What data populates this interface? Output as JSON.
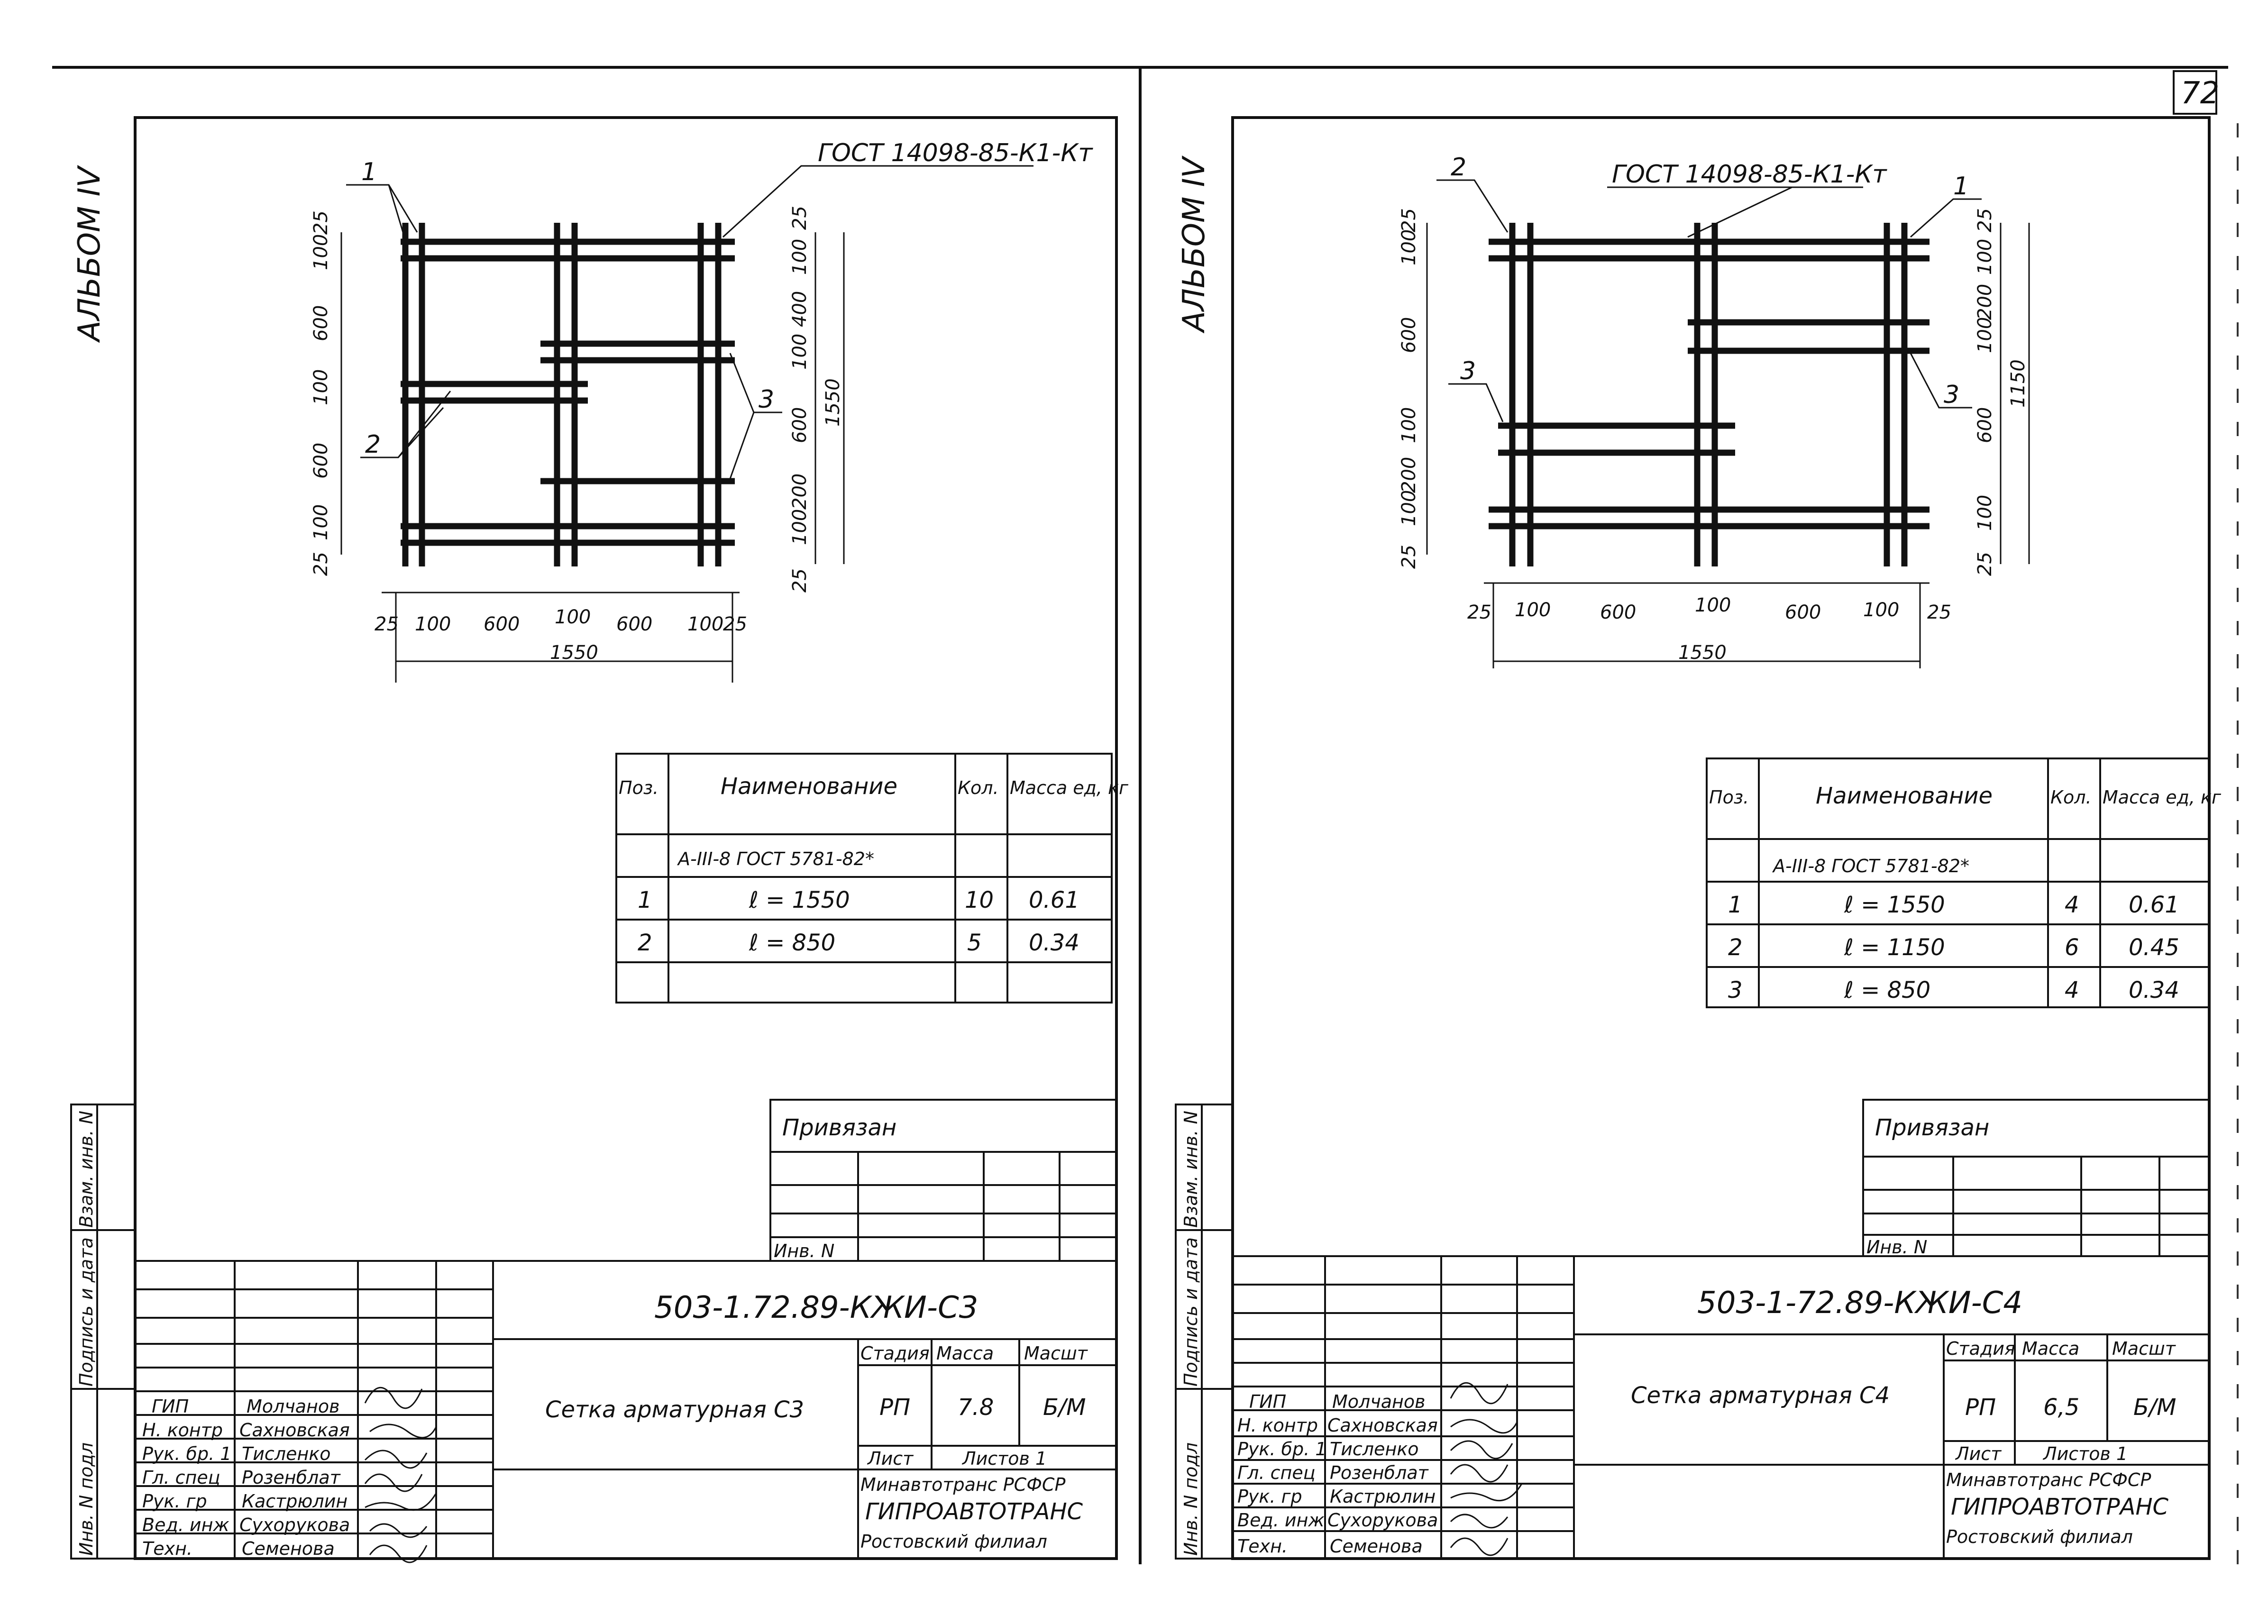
{
  "page_number": "72",
  "sheets": [
    {
      "album": "АЛЬБОМ IV",
      "side_labels": [
        "Инв. N подл",
        "Подпись и дата",
        "Взам. инв. N"
      ],
      "callouts": {
        "gost": "ГОСТ 14098-85-К1-Кт",
        "pos_a": "1",
        "pos_b": "2",
        "pos_c": "3"
      },
      "dims": {
        "bottom": [
          "25",
          "100",
          "600",
          "100",
          "600",
          "100",
          "25"
        ],
        "total_h": "1550",
        "left": [
          "25",
          "100",
          "600",
          "100",
          "600",
          "100",
          "25"
        ],
        "right": [
          "25",
          "100",
          "400",
          "100",
          "600",
          "200",
          "100",
          "25"
        ],
        "total_v": "1550"
      },
      "spec": {
        "headers": [
          "Поз.",
          "Наименование",
          "Кол.",
          "Масса ед, кг"
        ],
        "material": "А-III-8 ГОСТ 5781-82*",
        "rows": [
          [
            "1",
            "ℓ = 1550",
            "10",
            "0.61"
          ],
          [
            "2",
            "ℓ = 850",
            "5",
            "0.34"
          ],
          [
            "",
            "",
            "",
            ""
          ]
        ]
      },
      "privyazan": "Привязан",
      "inv_label": "Инв. N",
      "doc_code": "503-1.72.89-КЖИ-С3",
      "doc_title": "Сетка арматурная С3",
      "stage_headers": [
        "Стадия",
        "Масса",
        "Масшт"
      ],
      "stage_values": [
        "РП",
        "7.8",
        "Б/М"
      ],
      "sheet_label": "Лист",
      "sheets_label": "Листов 1",
      "org": [
        "Минавтотранс РСФСР",
        "ГИПРОАВТОТРАНС",
        "Ростовский филиал"
      ],
      "staff": [
        [
          "ГИП",
          "Молчанов"
        ],
        [
          "Н. контр",
          "Сахновская"
        ],
        [
          "Рук. бр. 1",
          "Тисленко"
        ],
        [
          "Гл. спец",
          "Розенблат"
        ],
        [
          "Рук. гр",
          "Кастрюлин"
        ],
        [
          "Вед. инж",
          "Сухорукова"
        ],
        [
          "Техн.",
          "Семенова"
        ]
      ]
    },
    {
      "album": "АЛЬБОМ IV",
      "side_labels": [
        "Инв. N подл",
        "Подпись и дата",
        "Взам. инв. N"
      ],
      "callouts": {
        "gost": "ГОСТ 14098-85-К1-Кт",
        "pos_a": "2",
        "pos_b": "1",
        "pos_c": "3"
      },
      "dims": {
        "bottom": [
          "25",
          "100",
          "600",
          "100",
          "600",
          "100",
          "25"
        ],
        "total_h": "1550",
        "left": [
          "25",
          "100",
          "200",
          "100",
          "600",
          "100",
          "25"
        ],
        "right": [
          "25",
          "100",
          "600",
          "100",
          "200",
          "100",
          "25"
        ],
        "total_v": "1150"
      },
      "spec": {
        "headers": [
          "Поз.",
          "Наименование",
          "Кол.",
          "Масса ед, кг"
        ],
        "material": "А-III-8 ГОСТ 5781-82*",
        "rows": [
          [
            "1",
            "ℓ = 1550",
            "4",
            "0.61"
          ],
          [
            "2",
            "ℓ = 1150",
            "6",
            "0.45"
          ],
          [
            "3",
            "ℓ = 850",
            "4",
            "0.34"
          ]
        ]
      },
      "privyazan": "Привязан",
      "inv_label": "Инв. N",
      "doc_code": "503-1-72.89-КЖИ-С4",
      "doc_title": "Сетка арматурная С4",
      "stage_headers": [
        "Стадия",
        "Масса",
        "Масшт"
      ],
      "stage_values": [
        "РП",
        "6,5",
        "Б/М"
      ],
      "sheet_label": "Лист",
      "sheets_label": "Листов 1",
      "org": [
        "Минавтотранс РСФСР",
        "ГИПРОАВТОТРАНС",
        "Ростовский филиал"
      ],
      "staff": [
        [
          "ГИП",
          "Молчанов"
        ],
        [
          "Н. контр",
          "Сахновская"
        ],
        [
          "Рук. бр. 1",
          "Тисленко"
        ],
        [
          "Гл. спец",
          "Розенблат"
        ],
        [
          "Рук. гр",
          "Кастрюлин"
        ],
        [
          "Вед. инж",
          "Сухорукова"
        ],
        [
          "Техн.",
          "Семенова"
        ]
      ]
    }
  ]
}
